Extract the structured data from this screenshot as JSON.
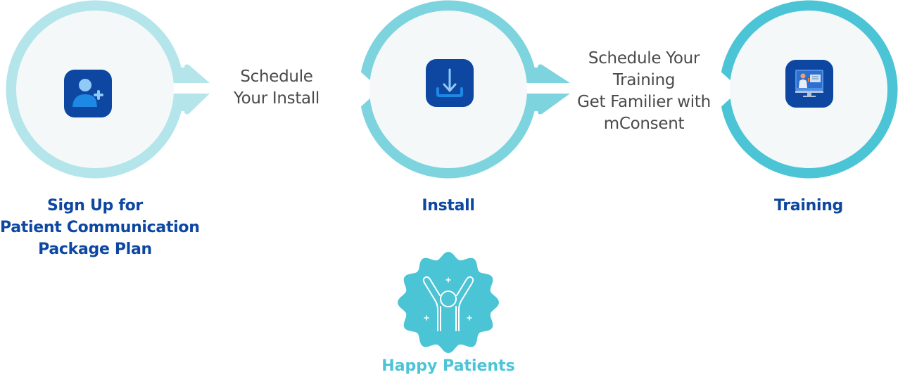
{
  "colors": {
    "step1_ring": "#b3e5ea",
    "step2_ring": "#7dd4de",
    "step3_ring": "#4bc4d6",
    "circle_fill": "#f4f8f9",
    "icon_bg": "#0d47a1",
    "title_text": "#0d47a1",
    "connector_text": "#4a4a4a",
    "badge": "#4bc4d6"
  },
  "steps": [
    {
      "icon": "add-user-icon",
      "label_lines": [
        "Sign Up for",
        "Patient Communication",
        "Package Plan"
      ]
    },
    {
      "icon": "download-icon",
      "label_lines": [
        "Install"
      ]
    },
    {
      "icon": "training-monitor-icon",
      "label_lines": [
        "Training"
      ]
    }
  ],
  "connectors": [
    {
      "lines": [
        "Schedule",
        "Your Install"
      ]
    },
    {
      "lines": [
        "Schedule Your",
        "Training",
        "Get Familier with",
        "mConsent"
      ]
    }
  ],
  "outcome": {
    "icon": "celebrating-person-icon",
    "label": "Happy Patients"
  }
}
